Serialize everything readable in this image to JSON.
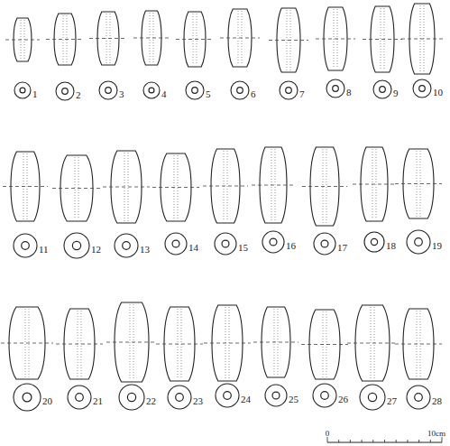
{
  "diagram": {
    "labels": [
      "1",
      "2",
      "3",
      "4",
      "5",
      "6",
      "7",
      "8",
      "9",
      "10",
      "11",
      "12",
      "13",
      "14",
      "15",
      "16",
      "17",
      "18",
      "19",
      "20",
      "21",
      "22",
      "23",
      "24",
      "25",
      "26",
      "27",
      "28",
      "0",
      "10cm"
    ]
  }
}
